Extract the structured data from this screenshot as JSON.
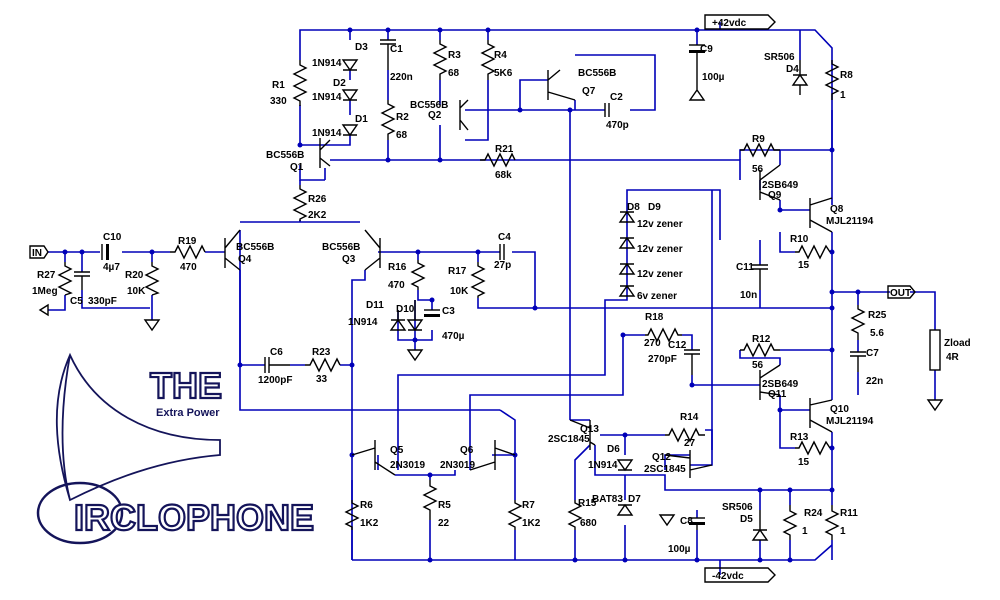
{
  "rails": {
    "pos": "+42vdc",
    "neg": "-42vdc"
  },
  "ports": {
    "input": "IN",
    "output": "OUT"
  },
  "logo": {
    "title": "THE",
    "subtitle": "Extra Power",
    "brand": "IRCLOPHONE"
  },
  "components": {
    "R1": {
      "ref": "R1",
      "value": "330"
    },
    "R2": {
      "ref": "R2",
      "value": "68"
    },
    "R3": {
      "ref": "R3",
      "value": "68"
    },
    "R4": {
      "ref": "R4",
      "value": "5K6"
    },
    "R5": {
      "ref": "R5",
      "value": "22"
    },
    "R6": {
      "ref": "R6",
      "value": "1K2"
    },
    "R7": {
      "ref": "R7",
      "value": "1K2"
    },
    "R8": {
      "ref": "R8",
      "value": "1"
    },
    "R9": {
      "ref": "R9",
      "value": "56"
    },
    "R10": {
      "ref": "R10",
      "value": "15"
    },
    "R11": {
      "ref": "R11",
      "value": "1"
    },
    "R12": {
      "ref": "R12",
      "value": "56"
    },
    "R13": {
      "ref": "R13",
      "value": "15"
    },
    "R14": {
      "ref": "R14",
      "value": "27"
    },
    "R15": {
      "ref": "R15",
      "value": "680"
    },
    "R16": {
      "ref": "R16",
      "value": "470"
    },
    "R17": {
      "ref": "R17",
      "value": "10K"
    },
    "R18": {
      "ref": "R18",
      "value": "270"
    },
    "R19": {
      "ref": "R19",
      "value": "470"
    },
    "R20": {
      "ref": "R20",
      "value": "10K"
    },
    "R21": {
      "ref": "R21",
      "value": "68k"
    },
    "R23": {
      "ref": "R23",
      "value": "33"
    },
    "R24": {
      "ref": "R24",
      "value": "1"
    },
    "R25": {
      "ref": "R25",
      "value": "5.6"
    },
    "R26": {
      "ref": "R26",
      "value": "2K2"
    },
    "R27": {
      "ref": "R27",
      "value": "1Meg"
    },
    "Zload": {
      "ref": "Zload",
      "value": "4R"
    },
    "C1": {
      "ref": "C1",
      "value": "220n"
    },
    "C2": {
      "ref": "C2",
      "value": "470p"
    },
    "C3": {
      "ref": "C3",
      "value": "470µ"
    },
    "C4": {
      "ref": "C4",
      "value": "27p"
    },
    "C5": {
      "ref": "C5",
      "value": "330pF"
    },
    "C6": {
      "ref": "C6",
      "value": "1200pF"
    },
    "C7": {
      "ref": "C7",
      "value": "22n"
    },
    "C8": {
      "ref": "C8",
      "value": "100µ"
    },
    "C9": {
      "ref": "C9",
      "value": "100µ"
    },
    "C10": {
      "ref": "C10",
      "value": "4µ7"
    },
    "C11": {
      "ref": "C11",
      "value": "10n"
    },
    "C12": {
      "ref": "C12",
      "value": "270pF"
    },
    "D1": {
      "ref": "D1",
      "value": "1N914"
    },
    "D2": {
      "ref": "D2",
      "value": "1N914"
    },
    "D3": {
      "ref": "D3",
      "value": "1N914"
    },
    "D4": {
      "ref": "D4",
      "value": "SR506"
    },
    "D5": {
      "ref": "D5",
      "value": "SR506"
    },
    "D6": {
      "ref": "D6",
      "value": "1N914"
    },
    "D7": {
      "ref": "D7",
      "value": "BAT83"
    },
    "D8": {
      "ref": "D8"
    },
    "D9": {
      "ref": "D9"
    },
    "D10": {
      "ref": "D10"
    },
    "D11": {
      "ref": "D11",
      "value": "1N914"
    },
    "Z1": {
      "value": "12v zener"
    },
    "Z2": {
      "value": "12v zener"
    },
    "Z3": {
      "value": "12v zener"
    },
    "Z4": {
      "value": "6v zener"
    },
    "Q1": {
      "ref": "Q1",
      "value": "BC556B"
    },
    "Q2": {
      "ref": "Q2",
      "value": "BC556B"
    },
    "Q3": {
      "ref": "Q3",
      "value": "BC556B"
    },
    "Q4": {
      "ref": "Q4",
      "value": "BC556B"
    },
    "Q5": {
      "ref": "Q5",
      "value": "2N3019"
    },
    "Q6": {
      "ref": "Q6",
      "value": "2N3019"
    },
    "Q7": {
      "ref": "Q7",
      "value": "BC556B"
    },
    "Q8": {
      "ref": "Q8",
      "value": "MJL21194"
    },
    "Q9": {
      "ref": "Q9",
      "value": "2SB649"
    },
    "Q10": {
      "ref": "Q10",
      "value": "MJL21194"
    },
    "Q11": {
      "ref": "Q11",
      "value": "2SB649"
    },
    "Q12": {
      "ref": "Q12",
      "value": "2SC1845"
    },
    "Q13": {
      "ref": "Q13",
      "value": "2SC1845"
    }
  }
}
